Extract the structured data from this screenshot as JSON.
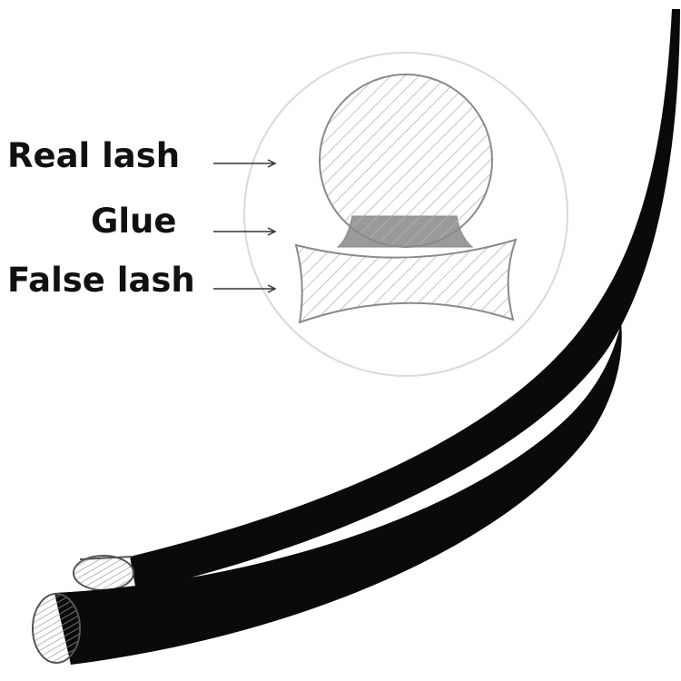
{
  "labels": {
    "real_lash": "Real lash",
    "glue": "Glue",
    "false_lash": "False lash"
  },
  "colors": {
    "lash_fill": "#0a0a0a",
    "glue_fill": "#9a9a9a",
    "hatch_stroke": "#b5b5b5",
    "circle_outline": "#d9d9d9",
    "shape_outline": "#8a8a8a",
    "pointer_line": "#333333",
    "background": "#ffffff"
  }
}
